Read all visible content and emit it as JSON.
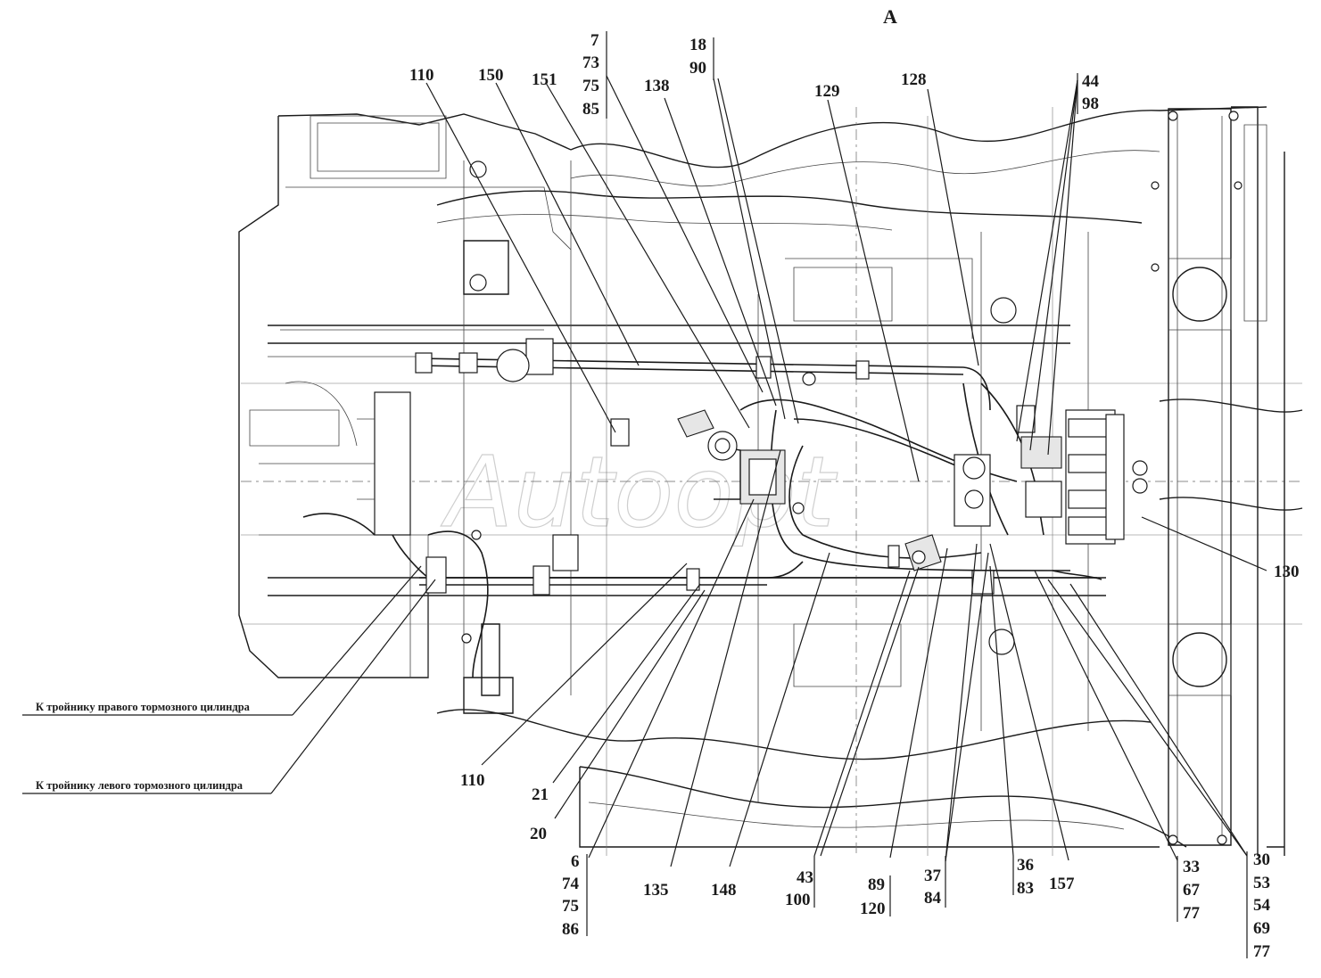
{
  "view_label": "А",
  "notes": {
    "right_cylinder": "К тройнику правого тормозного цилиндра",
    "left_cylinder": "К тройнику левого тормозного цилиндра"
  },
  "callouts": {
    "c110_top": "110",
    "c150": "150",
    "c151": "151",
    "c138": "138",
    "c129": "129",
    "c128": "128",
    "c130": "130",
    "c110_bottom": "110",
    "c21": "21",
    "c20": "20",
    "c135": "135",
    "c148": "148",
    "c157": "157"
  },
  "callout_groups": {
    "g7": [
      "7",
      "73",
      "75",
      "85"
    ],
    "g18": [
      "18",
      "90"
    ],
    "g44": [
      "44",
      "98"
    ],
    "g6": [
      "6",
      "74",
      "75",
      "86"
    ],
    "g43": [
      "43",
      "100"
    ],
    "g89": [
      "89",
      "120"
    ],
    "g37": [
      "37",
      "84"
    ],
    "g36": [
      "36",
      "83"
    ],
    "g33": [
      "33",
      "67",
      "77"
    ],
    "g30": [
      "30",
      "53",
      "54",
      "69",
      "77"
    ]
  },
  "colors": {
    "ink": "#1a1a1a",
    "background": "#ffffff"
  }
}
